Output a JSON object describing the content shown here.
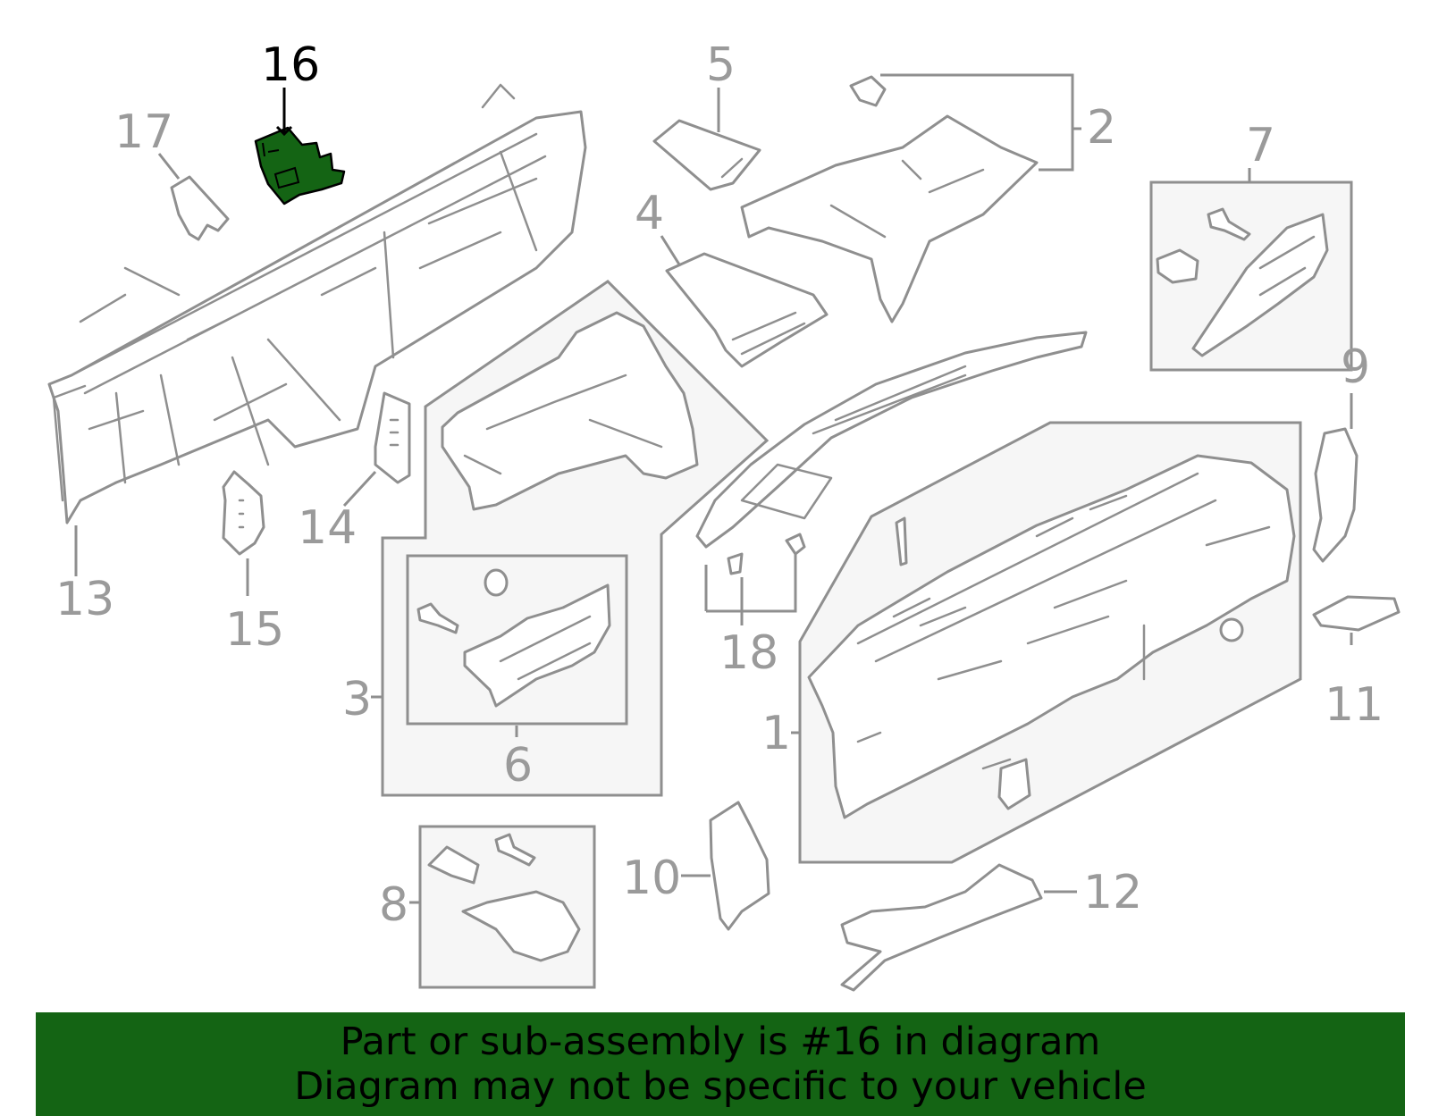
{
  "diagram": {
    "highlighted_part": "16",
    "highlight_color": "#146414",
    "line_color": "#8f8f8f",
    "callouts": {
      "c1": "1",
      "c2": "2",
      "c3": "3",
      "c4": "4",
      "c5": "5",
      "c6": "6",
      "c7": "7",
      "c8": "8",
      "c9": "9",
      "c10": "10",
      "c11": "11",
      "c12": "12",
      "c13": "13",
      "c14": "14",
      "c15": "15",
      "c16": "16",
      "c17": "17",
      "c18": "18"
    }
  },
  "banner": {
    "line1": "Part or sub-assembly is #16 in diagram",
    "line2": "Diagram may not be specific to your vehicle",
    "background": "#146414"
  }
}
